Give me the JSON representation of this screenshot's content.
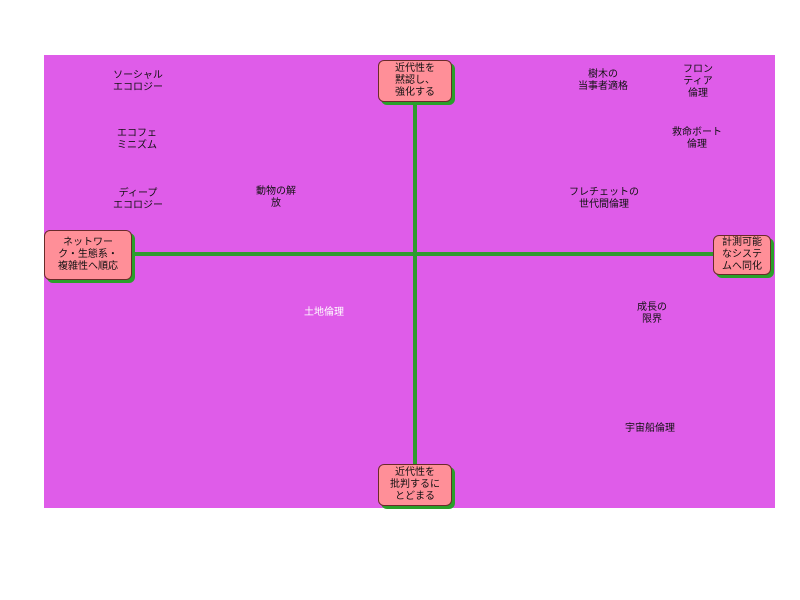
{
  "colors": {
    "background": "#df5ce9",
    "axis": "#2f9a2f",
    "pole_box": "#ff8f98",
    "cloud": "#f5b21a",
    "cloud_shadow": "#59d63a",
    "highlight_cloud": "#6d1fb3"
  },
  "axes": {
    "top": "近代性を\n黙認し、\n強化する",
    "bottom": "近代性を\n批判するに\nとどまる",
    "left": "ネットワー\nク・生態系・\n複雑性へ順応",
    "right": "計測可能\nなシステ\nムへ同化"
  },
  "concepts": {
    "social_ecology": "ソーシャル\nエコロジー",
    "ecofeminism": "エコフェ\nミニズム",
    "deep_ecology": "ディープ\nエコロジー",
    "animal_liberation": "動物の解\n放",
    "land_ethic": "土地倫理",
    "tree_standing": "樹木の\n当事者適格",
    "frontier_ethic": "フロン\nティア\n倫理",
    "lifeboat_ethic": "救命ボート\n倫理",
    "fletcher_ethic": "フレチェットの\n世代間倫理",
    "limits_growth": "成長の\n限界",
    "spaceship_ethic": "宇宙船倫理"
  }
}
